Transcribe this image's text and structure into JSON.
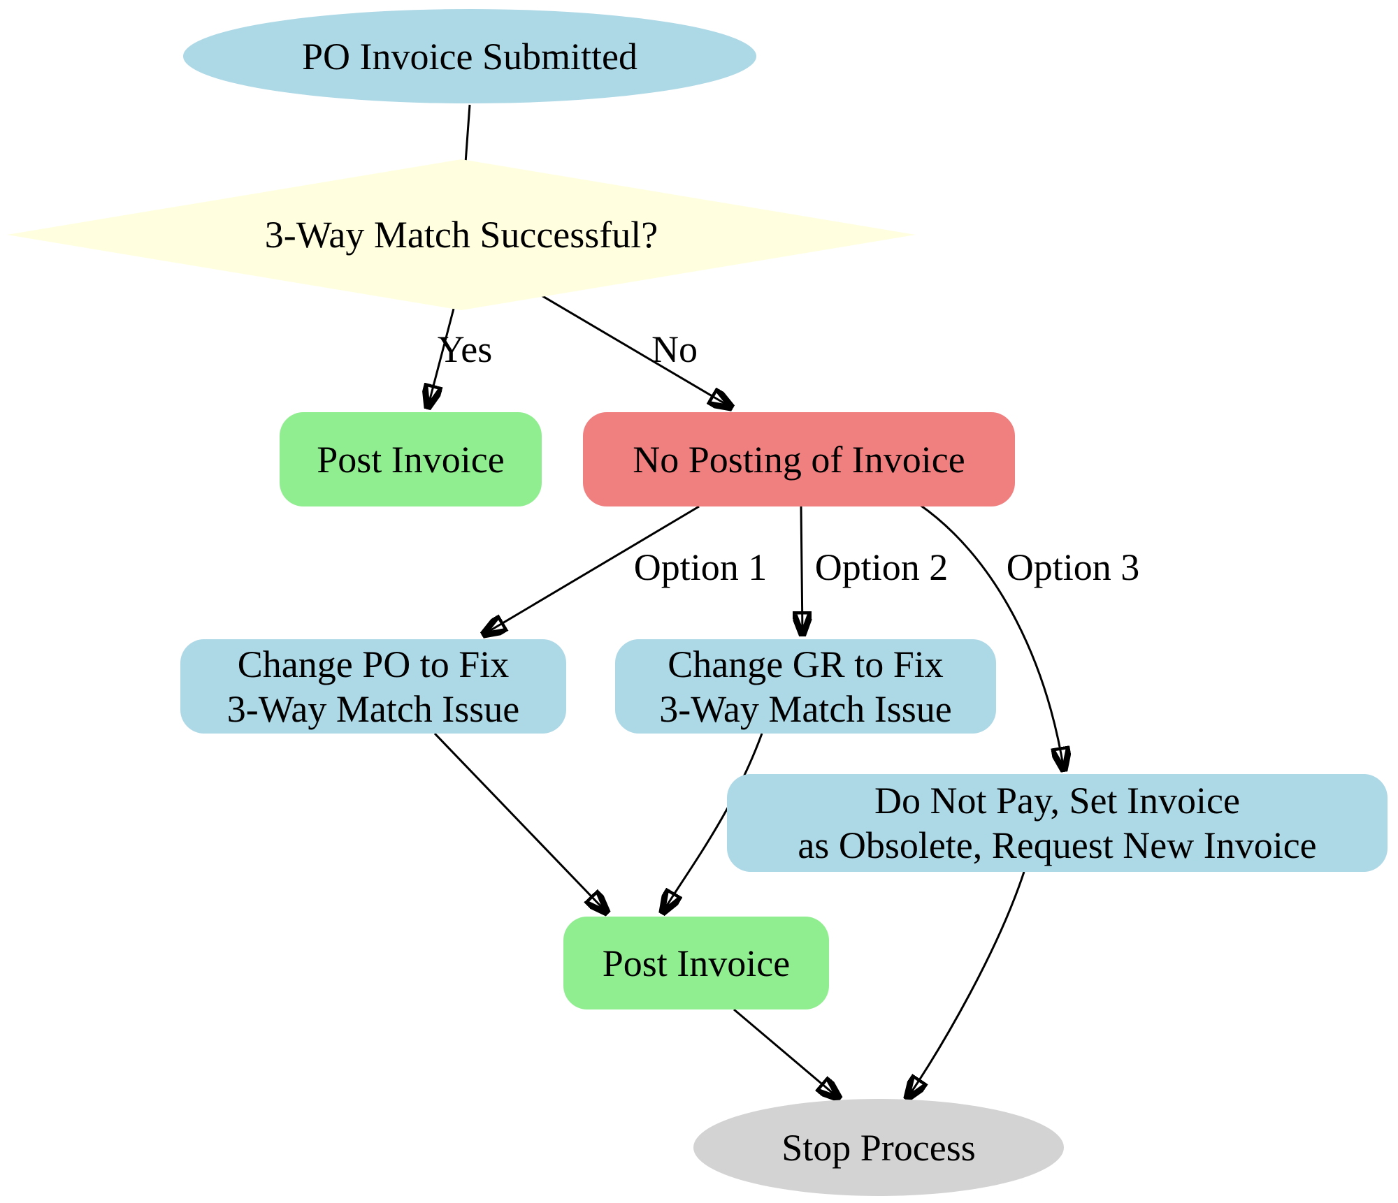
{
  "diagram": {
    "type": "flowchart",
    "background": "#ffffff",
    "edge_color": "#000000",
    "text_color": "#000000",
    "nodes": [
      {
        "id": "po-invoice-submitted",
        "shape": "ellipse",
        "fill": "#ADD8E6",
        "lines": [
          "PO Invoice Submitted"
        ]
      },
      {
        "id": "three-way-match",
        "shape": "diamond",
        "fill": "#FFFFE0",
        "lines": [
          "3-Way Match Successful?"
        ]
      },
      {
        "id": "post-invoice-1",
        "shape": "rounded-rect",
        "fill": "#90EE90",
        "lines": [
          "Post Invoice"
        ]
      },
      {
        "id": "no-posting-of-invoice",
        "shape": "rounded-rect",
        "fill": "#F08080",
        "lines": [
          "No Posting of Invoice"
        ]
      },
      {
        "id": "change-po-to-fix",
        "shape": "rounded-rect",
        "fill": "#ADD8E6",
        "lines": [
          "Change PO to Fix",
          "3-Way Match Issue"
        ]
      },
      {
        "id": "change-gr-to-fix",
        "shape": "rounded-rect",
        "fill": "#ADD8E6",
        "lines": [
          "Change GR to Fix",
          "3-Way Match Issue"
        ]
      },
      {
        "id": "do-not-pay-obsolete",
        "shape": "rounded-rect",
        "fill": "#ADD8E6",
        "lines": [
          "Do Not Pay, Set Invoice",
          "as Obsolete, Request New Invoice"
        ]
      },
      {
        "id": "post-invoice-2",
        "shape": "rounded-rect",
        "fill": "#90EE90",
        "lines": [
          "Post Invoice"
        ]
      },
      {
        "id": "stop-process",
        "shape": "ellipse",
        "fill": "#D3D3D3",
        "lines": [
          "Stop Process"
        ]
      }
    ],
    "edges": [
      {
        "from": "po-invoice-submitted",
        "to": "three-way-match",
        "label": ""
      },
      {
        "from": "three-way-match",
        "to": "post-invoice-1",
        "label": "Yes"
      },
      {
        "from": "three-way-match",
        "to": "no-posting-of-invoice",
        "label": "No"
      },
      {
        "from": "no-posting-of-invoice",
        "to": "change-po-to-fix",
        "label": "Option 1"
      },
      {
        "from": "no-posting-of-invoice",
        "to": "change-gr-to-fix",
        "label": "Option 2"
      },
      {
        "from": "no-posting-of-invoice",
        "to": "do-not-pay-obsolete",
        "label": "Option 3"
      },
      {
        "from": "change-po-to-fix",
        "to": "post-invoice-2",
        "label": ""
      },
      {
        "from": "change-gr-to-fix",
        "to": "post-invoice-2",
        "label": ""
      },
      {
        "from": "post-invoice-2",
        "to": "stop-process",
        "label": ""
      },
      {
        "from": "do-not-pay-obsolete",
        "to": "stop-process",
        "label": ""
      }
    ]
  }
}
